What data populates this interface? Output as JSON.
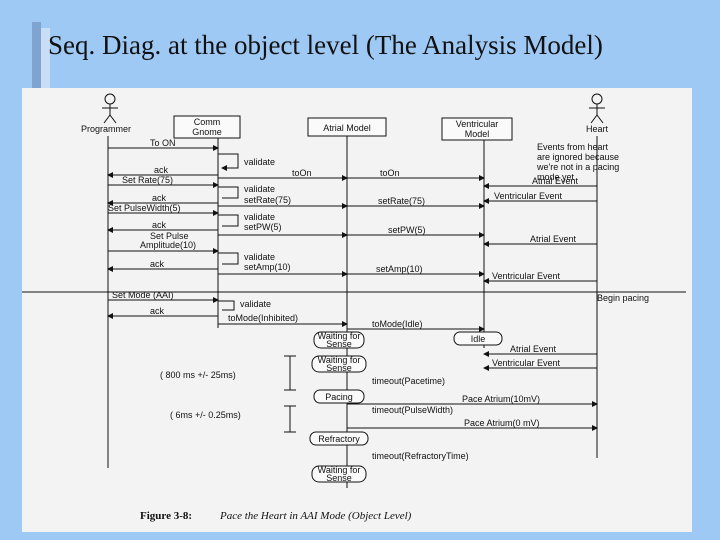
{
  "slide": {
    "title": "Seq. Diag. at the object level (The Analysis Model)"
  },
  "figure": {
    "caption_label": "Figure 3-8:",
    "caption_text": "Pace the Heart in AAI Mode (Object Level)",
    "actors": {
      "programmer": "Programmer",
      "heart": "Heart"
    },
    "objects": {
      "comm_gnome_line1": "Comm",
      "comm_gnome_line2": "Gnome",
      "atrial_model": "Atrial Model",
      "ventricular_model_line1": "Ventricular",
      "ventricular_model_line2": "Model"
    },
    "heart_note": [
      "Events from heart",
      "are ignored because",
      "we're not in a pacing",
      "mode yet"
    ],
    "messages": {
      "to_on": "To ON",
      "ack1": "ack",
      "set_rate_75": "Set Rate(75)",
      "ack2": "ack",
      "set_pulse_width_5": "Set PulseWidth(5)",
      "ack3": "ack",
      "set_pulse_amp_line1": "Set Pulse",
      "set_pulse_amp_line2": "Amplitude(10)",
      "ack4": "ack",
      "set_mode_aai": "Set Mode (AAI)",
      "ack5": "ack",
      "validate1": "validate",
      "to_on_cg": "toOn",
      "to_on_am": "toOn",
      "validate2": "validate",
      "set_rate_cg": "setRate(75)",
      "set_rate_am": "setRate(75)",
      "validate3": "validate",
      "set_pw_cg": "setPW(5)",
      "set_pw_am": "setPW(5)",
      "validate4": "validate",
      "set_amp_cg": "setAmp(10)",
      "set_amp_am": "setAmp(10)",
      "validate5": "validate",
      "to_mode_inhibited": "toMode(Inhibited)",
      "to_mode_idle": "toMode(Idle)",
      "atrial_event1": "Atrial Event",
      "ventricular_event1": "Ventricular Event",
      "atrial_event2": "Atrial Event",
      "ventricular_event2": "Ventricular Event",
      "begin_pacing": "Begin pacing",
      "atrial_event3": "Atrial Event",
      "ventricular_event3": "Ventricular Event",
      "timeout_pacetime": "timeout(Pacetime)",
      "pace_atrium_10": "Pace Atrium(10mV)",
      "timeout_pulsewidth": "timeout(PulseWidth)",
      "pace_atrium_0": "Pace Atrium(0 mV)",
      "timeout_refractory": "timeout(RefractoryTime)"
    },
    "states": {
      "waiting_for_sense_line1": "Waiting for",
      "waiting_for_sense_line2": "Sense",
      "idle": "Idle",
      "pacing": "Pacing",
      "refractory": "Refractory"
    },
    "timing": {
      "t1": "( 800 ms +/- 25ms)",
      "t2": "( 6ms +/- 0.25ms)"
    }
  }
}
